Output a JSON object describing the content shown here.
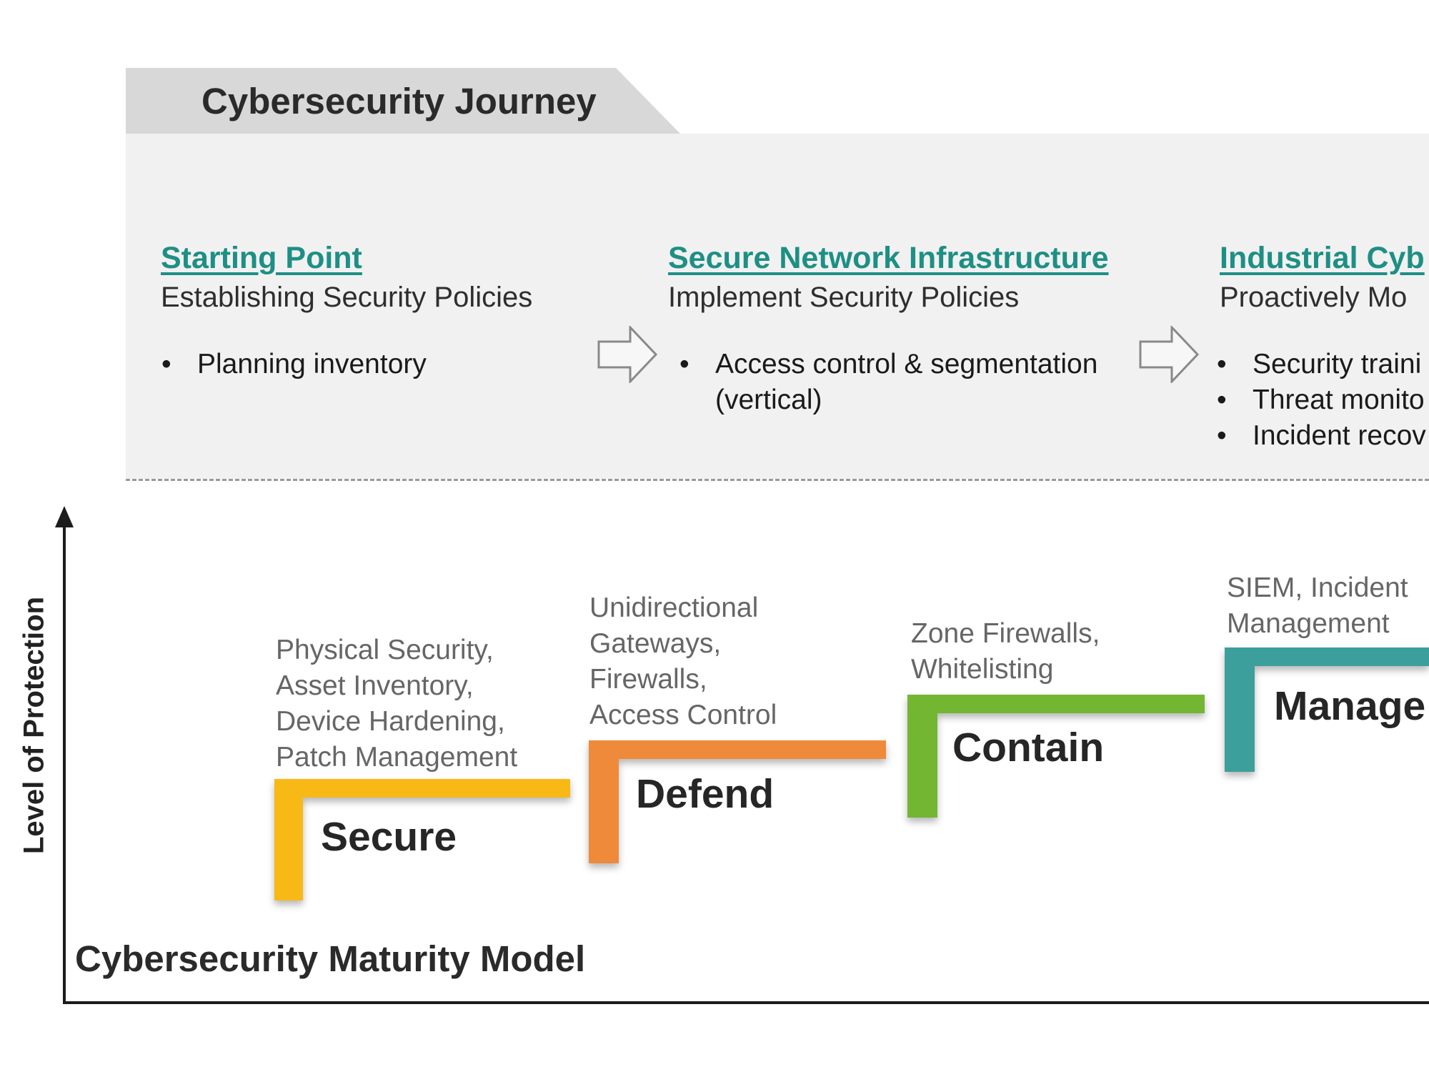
{
  "journey": {
    "title": "Cybersecurity Journey",
    "stages": [
      {
        "heading": "Starting Point",
        "subheading": "Establishing Security Policies",
        "bullets": [
          "Planning inventory"
        ]
      },
      {
        "heading": "Secure Network Infrastructure",
        "subheading": "Implement Security Policies",
        "bullets": [
          {
            "line1": "Access control & segmentation",
            "line2": "(vertical)"
          }
        ]
      },
      {
        "heading": "Industrial Cyb",
        "subheading": "Proactively Mo",
        "bullets": [
          "Security traini",
          "Threat monito",
          "Incident recov"
        ]
      }
    ],
    "arrow_icon": "outline-right-arrow-icon"
  },
  "maturity": {
    "title": "Cybersecurity Maturity Model",
    "y_axis_label": "Level of Protection",
    "steps": [
      {
        "label": "Secure",
        "color": "#f8b915",
        "description": [
          "Physical Security,",
          "Asset Inventory,",
          "Device Hardening,",
          "Patch Management"
        ]
      },
      {
        "label": "Defend",
        "color": "#ef8a3a",
        "description": [
          "Unidirectional",
          "Gateways,",
          "Firewalls,",
          "Access Control"
        ]
      },
      {
        "label": "Contain",
        "color": "#72b631",
        "description": [
          "Zone Firewalls,",
          "Whitelisting"
        ]
      },
      {
        "label": "Manage",
        "color": "#3d9f9c",
        "description": [
          "SIEM, Incident",
          "Management"
        ]
      }
    ]
  }
}
